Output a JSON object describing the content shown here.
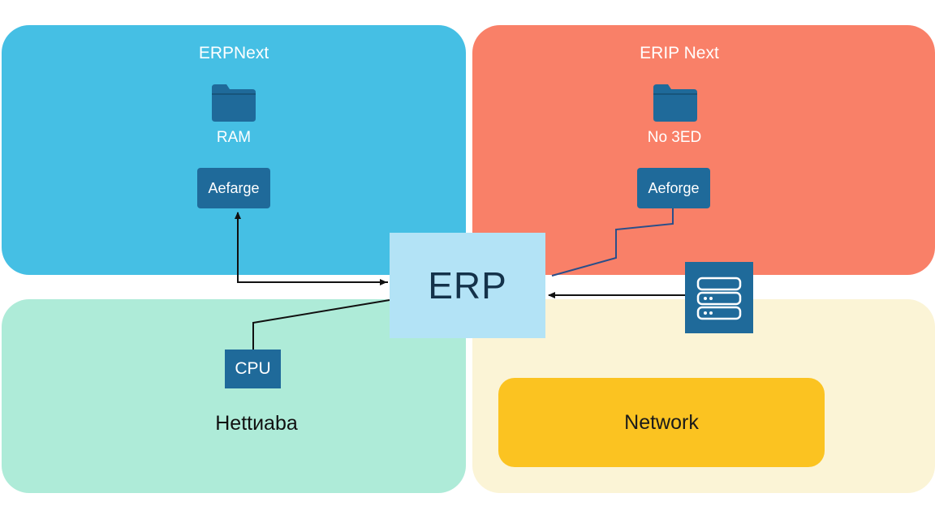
{
  "quadrants": {
    "top_left": {
      "title": "ERPNext",
      "folder_label": "RAM",
      "node_label": "Aefarge"
    },
    "top_right": {
      "title": "ERIP Next",
      "folder_label": "No 3ED",
      "node_label": "Aeforge"
    },
    "bottom_left": {
      "node_label": "CPU",
      "caption": "Hettиaba"
    },
    "bottom_right": {
      "network_label": "Network"
    }
  },
  "center": {
    "label": "ERP"
  },
  "colors": {
    "top_left": "#45bfe4",
    "top_right": "#f98068",
    "bottom_left": "#aeebd8",
    "bottom_right": "#fbf4d6",
    "center_box": "#b3e3f6",
    "node": "#1f6a9a",
    "network": "#fbc321"
  },
  "icons": {
    "folder": "folder-icon",
    "server": "server-icon"
  }
}
